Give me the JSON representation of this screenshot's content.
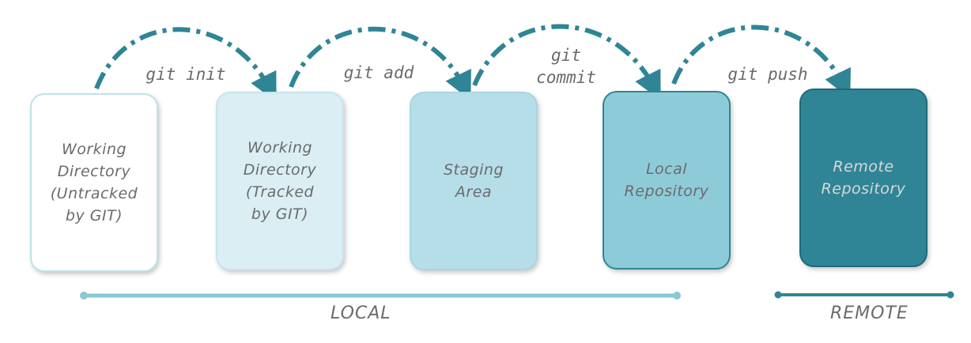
{
  "colors": {
    "arrow": "#2f8596",
    "local_bar": "#8ac8d6",
    "remote_bar": "#2f8596",
    "box_text": "#6b6b6b",
    "box_text_dark": "#d8d8d8"
  },
  "boxes": [
    {
      "label": "Working\nDirectory\n(Untracked\nby GIT)",
      "fill": "#ffffff",
      "border": "#bfe2ea"
    },
    {
      "label": "Working\nDirectory\n(Tracked\nby GIT)",
      "fill": "#daeef4",
      "border": "#c6e5ee"
    },
    {
      "label": "Staging\nArea",
      "fill": "#b6dee8",
      "border": "#a8d6e2"
    },
    {
      "label": "Local\nRepository",
      "fill": "#8ecbd9",
      "border": "#2f8596"
    },
    {
      "label": "Remote\nRepository",
      "fill": "#2f8596",
      "border": "#1f6b79"
    }
  ],
  "commands": [
    {
      "label": "git init"
    },
    {
      "label": "git add"
    },
    {
      "label": "git\ncommit"
    },
    {
      "label": "git push"
    }
  ],
  "groups": {
    "local": "LOCAL",
    "remote": "REMOTE"
  }
}
